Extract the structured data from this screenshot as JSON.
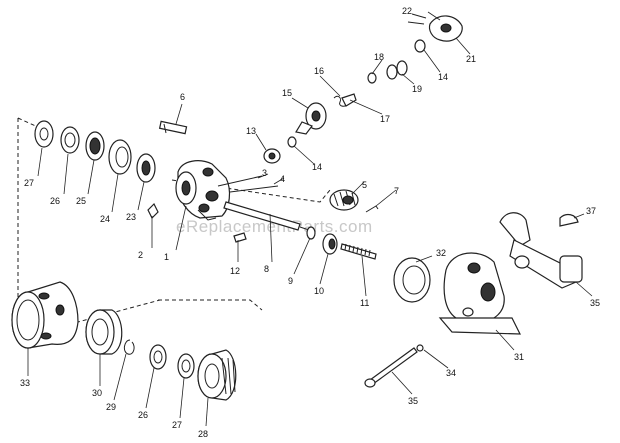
{
  "watermark": "eReplacementParts.com",
  "callouts": {
    "p1": "1",
    "p2": "2",
    "p3": "3",
    "p4": "4",
    "p5": "5",
    "p6": "6",
    "p7": "7",
    "p8": "8",
    "p9": "9",
    "p10": "10",
    "p11": "11",
    "p12": "12",
    "p13": "13",
    "p14a": "14",
    "p14b": "14",
    "p15": "15",
    "p16": "16",
    "p17": "17",
    "p18": "18",
    "p19": "19",
    "p21": "21",
    "p22": "22",
    "p23": "23",
    "p24": "24",
    "p25": "25",
    "p26a": "26",
    "p26b": "26",
    "p27a": "27",
    "p27b": "27",
    "p28": "28",
    "p29": "29",
    "p30": "30",
    "p31": "31",
    "p32": "32",
    "p33": "33",
    "p34": "34",
    "p35a": "35",
    "p35b": "35",
    "p37": "37"
  }
}
